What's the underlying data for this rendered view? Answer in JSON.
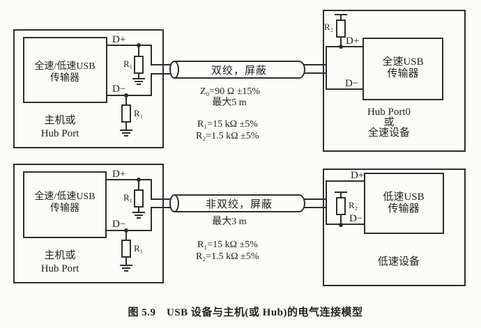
{
  "colors": {
    "line": "#2e2e2e",
    "background": "#fcfcf9"
  },
  "caption": "图 5.9　USB 设备与主机(或 Hub)的电气连接模型",
  "top": {
    "host": {
      "transceiver": [
        "全速/低速USB",
        "传输器"
      ],
      "role": [
        "主机或",
        "Hub Port"
      ]
    },
    "device": {
      "transceiver": [
        "全速USB",
        "传输器"
      ],
      "role": [
        "Hub Port0",
        "或",
        "全速设备"
      ]
    },
    "signals": {
      "dplus": "D+",
      "dminus": "D−"
    },
    "resistor_labels": {
      "r1": "R₁",
      "r2": "R₂"
    },
    "cable_label": "双绞，屏蔽",
    "specs": {
      "impedance": "Z₀=90 Ω ±15%",
      "max_length": "最大5 m",
      "r1": "R₁=15 kΩ ±5%",
      "r2": "R₂=1.5 kΩ ±5%"
    }
  },
  "bottom": {
    "host": {
      "transceiver": [
        "全速/低速USB",
        "传输器"
      ],
      "role": [
        "主机或",
        "Hub Port"
      ]
    },
    "device": {
      "transceiver": [
        "低速USB",
        "传输器"
      ],
      "role": [
        "低速设备"
      ]
    },
    "signals": {
      "dplus": "D+",
      "dminus": "D−"
    },
    "resistor_labels": {
      "r1": "R₁",
      "r2": "R₂"
    },
    "cable_label": "非双绞，屏蔽",
    "specs": {
      "max_length": "最大3 m",
      "r1": "R₁=15 kΩ ±5%",
      "r2": "R₂=1.5 kΩ ±5%"
    }
  }
}
